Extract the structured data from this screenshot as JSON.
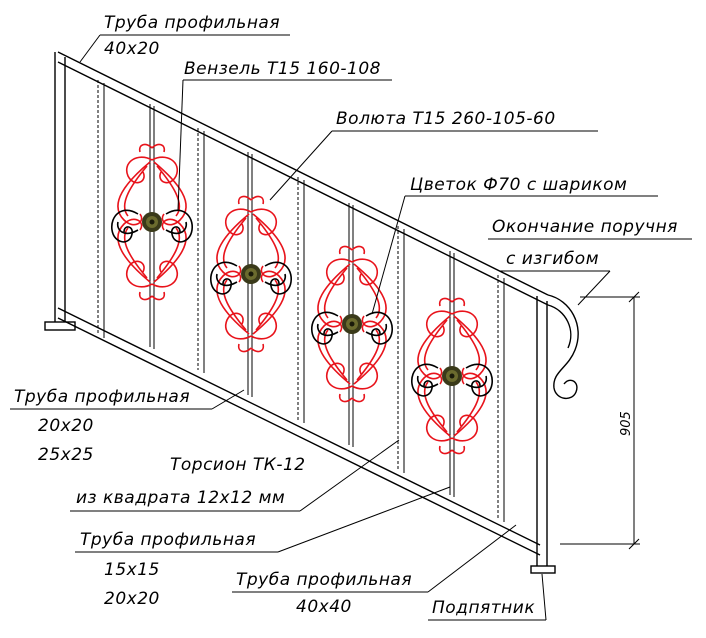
{
  "labels": {
    "rail_top_1": "Труба профильная",
    "rail_top_2": "40х20",
    "venzel": "Вензель Т15 160-108",
    "voluta": "Волюта Т15 260-105-60",
    "flower": "Цветок Ф70 с шариком",
    "end_1": "Окончание поручня",
    "end_2": "с изгибом",
    "tube20_1": "Труба профильная",
    "tube20_2": "20х20",
    "tube20_3": "25х25",
    "torsion_1": "Торсион ТК-12",
    "torsion_2": "из квадрата 12х12 мм",
    "tube15_1": "Труба профильная",
    "tube15_2": "15х15",
    "tube15_3": "20х20",
    "tube40_1": "Труба профильная",
    "tube40_2": "40х40",
    "support": "Подпятник",
    "height_dim": "905"
  },
  "colors": {
    "scroll": "#e8131b",
    "lines": "#000000",
    "flower": "#3a3a1a"
  }
}
